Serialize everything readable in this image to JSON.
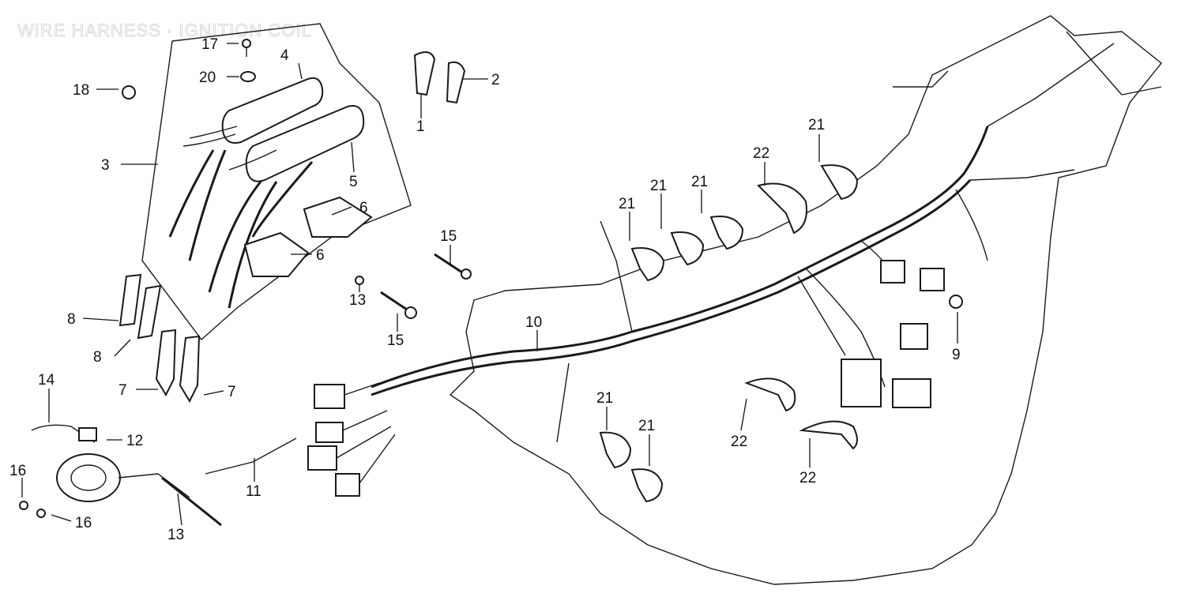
{
  "title": "WIRE HARNESS · IGNITION COIL",
  "callouts": [
    {
      "id": "c17",
      "text": "17"
    },
    {
      "id": "c20",
      "text": "20"
    },
    {
      "id": "c18",
      "text": "18"
    },
    {
      "id": "c4",
      "text": "4"
    },
    {
      "id": "c3",
      "text": "3"
    },
    {
      "id": "c5",
      "text": "5"
    },
    {
      "id": "c6a",
      "text": "6"
    },
    {
      "id": "c6b",
      "text": "6"
    },
    {
      "id": "c1",
      "text": "1"
    },
    {
      "id": "c2",
      "text": "2"
    },
    {
      "id": "c15a",
      "text": "15"
    },
    {
      "id": "c15b",
      "text": "15"
    },
    {
      "id": "c13a",
      "text": "13"
    },
    {
      "id": "c8a",
      "text": "8"
    },
    {
      "id": "c8b",
      "text": "8"
    },
    {
      "id": "c7a",
      "text": "7"
    },
    {
      "id": "c7b",
      "text": "7"
    },
    {
      "id": "c14",
      "text": "14"
    },
    {
      "id": "c12",
      "text": "12"
    },
    {
      "id": "c16a",
      "text": "16"
    },
    {
      "id": "c16b",
      "text": "16"
    },
    {
      "id": "c13b",
      "text": "13"
    },
    {
      "id": "c11",
      "text": "11"
    },
    {
      "id": "c10",
      "text": "10"
    },
    {
      "id": "c9",
      "text": "9"
    },
    {
      "id": "c21a",
      "text": "21"
    },
    {
      "id": "c21b",
      "text": "21"
    },
    {
      "id": "c21c",
      "text": "21"
    },
    {
      "id": "c21d",
      "text": "21"
    },
    {
      "id": "c21e",
      "text": "21"
    },
    {
      "id": "c21f",
      "text": "21"
    },
    {
      "id": "c22a",
      "text": "22"
    },
    {
      "id": "c22b",
      "text": "22"
    },
    {
      "id": "c22c",
      "text": "22"
    }
  ]
}
